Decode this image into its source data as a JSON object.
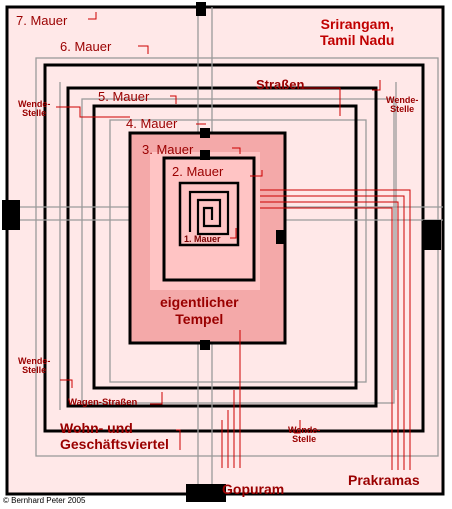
{
  "title": "Srirangam,\nTamil Nadu",
  "colors": {
    "background": "#ffffff",
    "street_fill": "#ffe8e8",
    "temple_fill": "#f4a9a9",
    "inner_fill": "#ffc4c4",
    "wall": "#000000",
    "thin_line": "#9a9a9a",
    "label_text": "#9a0000",
    "title_text": "#c00000",
    "leader_line": "#cc0000"
  },
  "walls": [
    "1. Mauer",
    "2. Mauer",
    "3. Mauer",
    "4. Mauer",
    "5. Mauer",
    "6. Mauer",
    "7. Mauer"
  ],
  "temple_label": "eigentlicher\nTempel",
  "labels": {
    "streets": "Straßen",
    "turning_point": "Wende-\nStelle",
    "wagon_streets": "Wagen-Straßen",
    "living_business": "Wohn- und\nGeschäftsviertel",
    "gopuram": "Gopuram",
    "prakramas": "Prakramas"
  },
  "copyright": "© Bernhard Peter 2005"
}
